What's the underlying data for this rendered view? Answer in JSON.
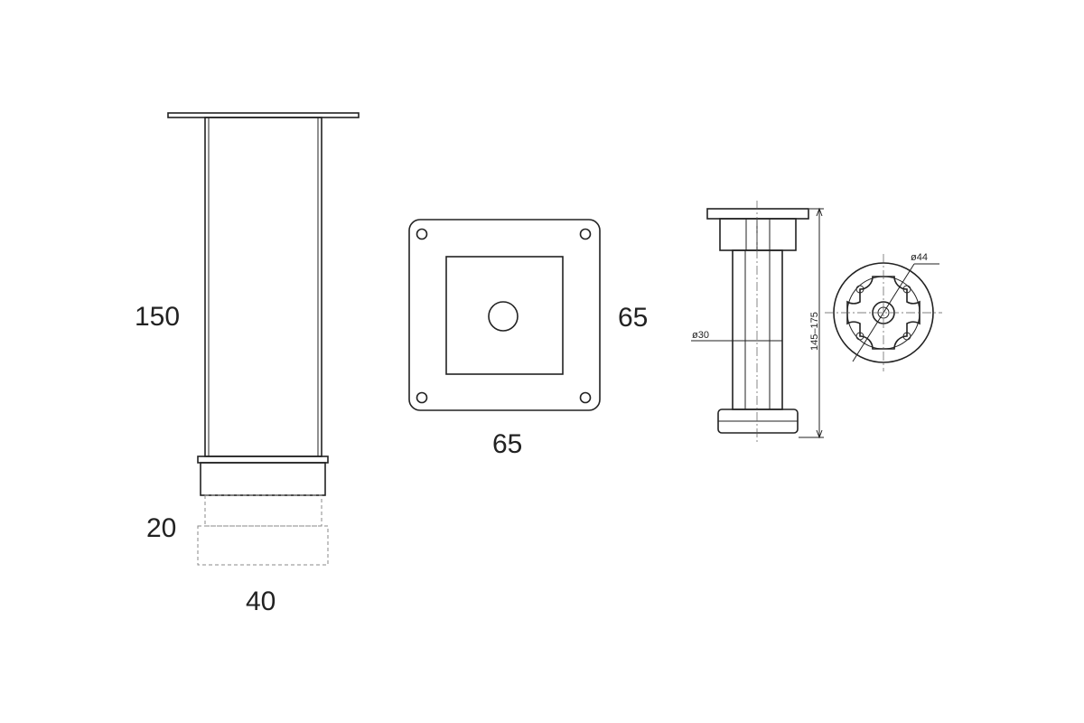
{
  "side_view": {
    "height_label": "150",
    "adjust_label": "20",
    "diameter_label": "40"
  },
  "plate_view": {
    "height_label": "65",
    "width_label": "65"
  },
  "technical_view": {
    "range_label": "145–175",
    "tube_diameter_label": "ø30",
    "base_diameter_label": "ø44"
  }
}
